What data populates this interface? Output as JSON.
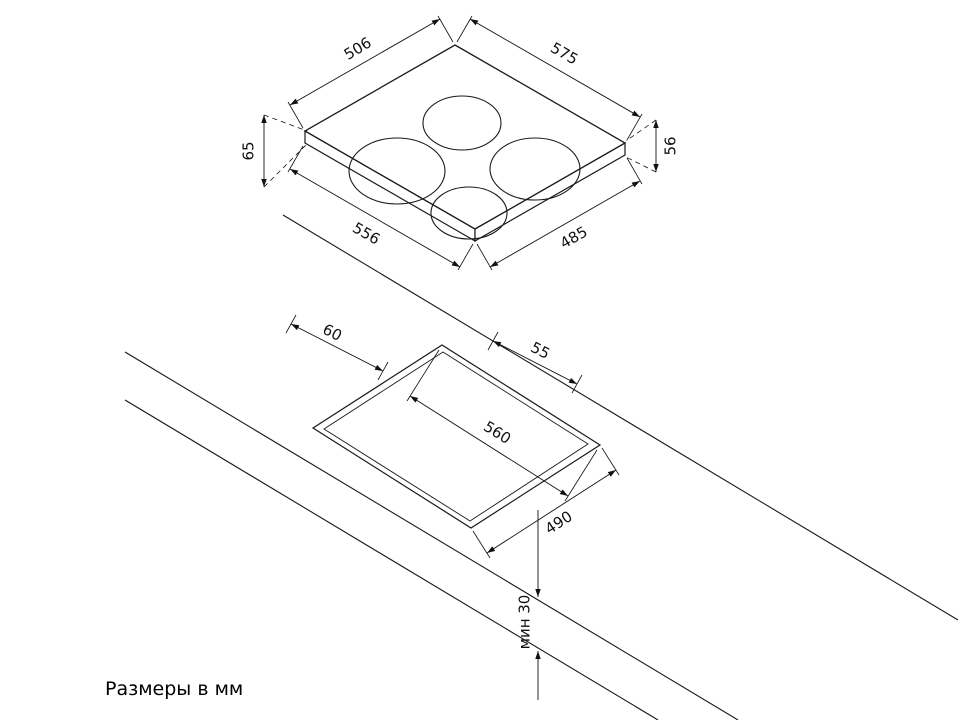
{
  "caption": {
    "units_note": "Размеры в мм"
  },
  "hob": {
    "dim_top_left_edge": "506",
    "dim_top_right_edge": "575",
    "dim_bottom_left_edge": "556",
    "dim_bottom_right_edge": "485",
    "dim_height_left": "65",
    "dim_height_right": "56",
    "burner_count": "4"
  },
  "worktop": {
    "dim_cutout_width": "560",
    "dim_cutout_depth": "490",
    "dim_clearance_left": "60",
    "dim_clearance_right": "55",
    "dim_min_thickness": "мин 30"
  }
}
